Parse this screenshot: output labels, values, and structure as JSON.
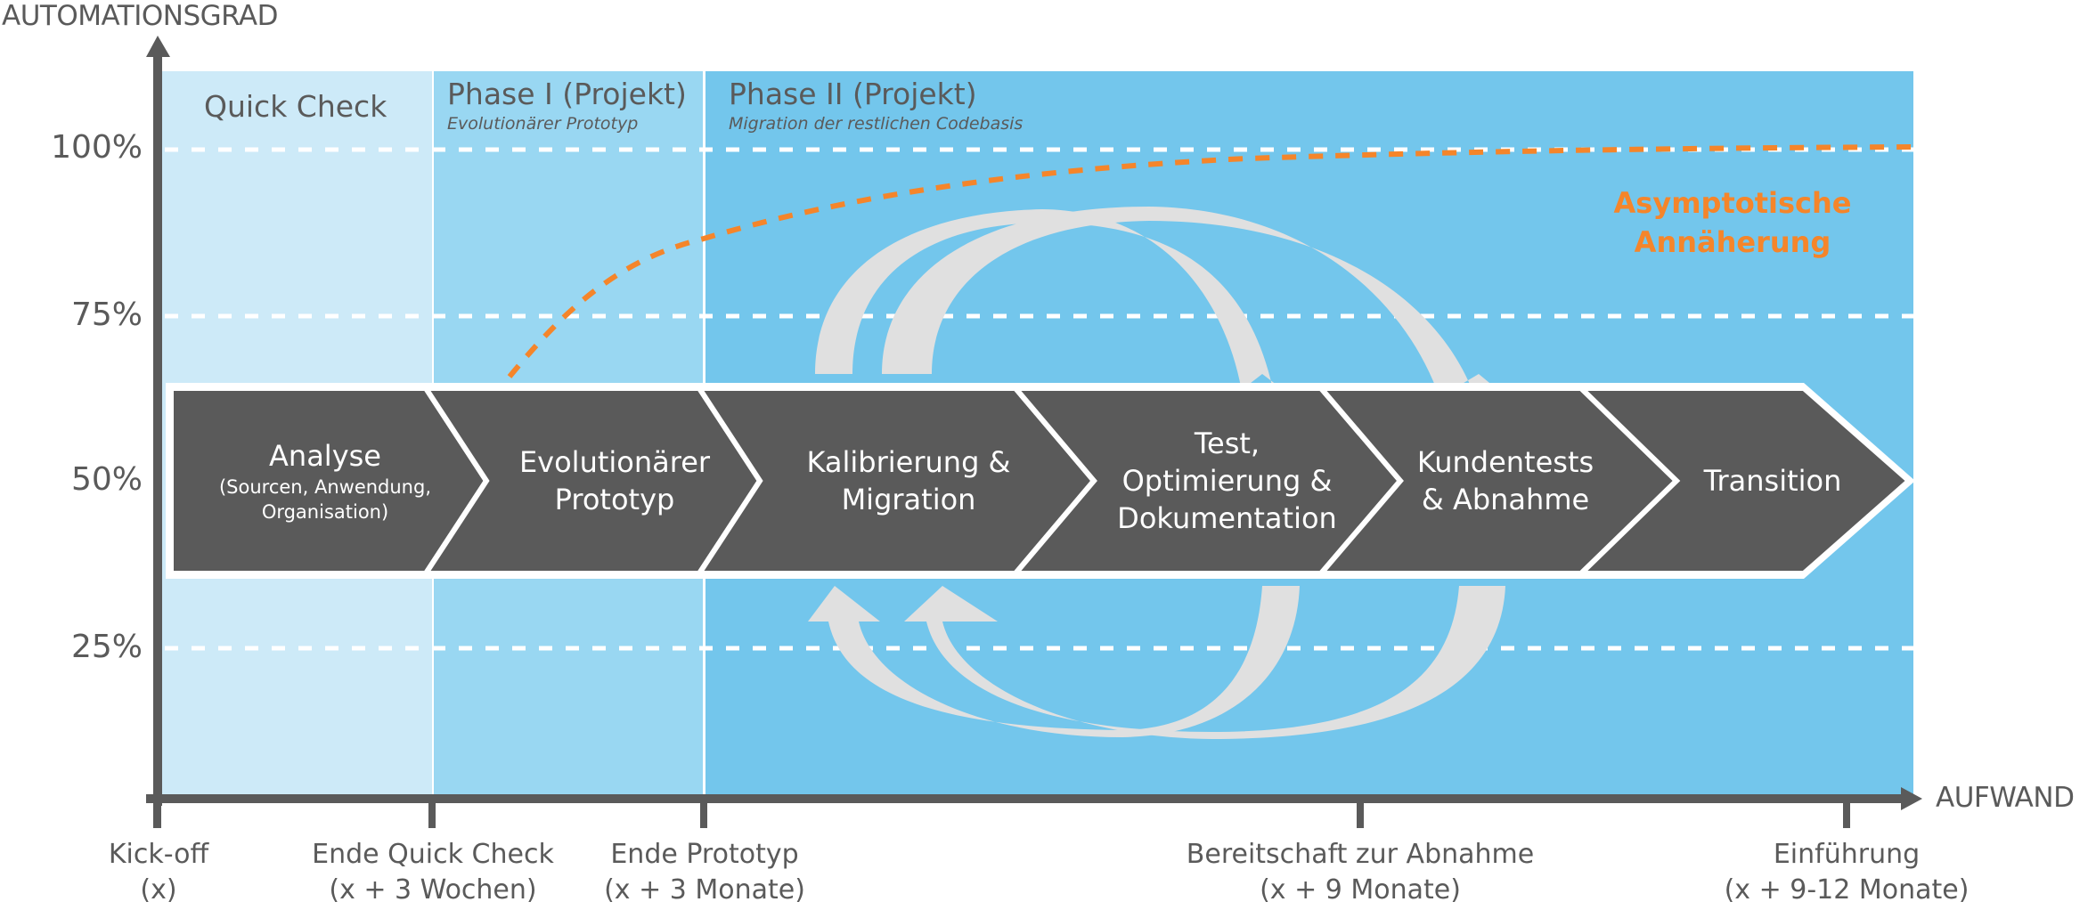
{
  "colors": {
    "axis": "#5a5a5a",
    "quick_check_bg": "#cdeaf8",
    "phase1_bg": "#99d7f2",
    "phase2_bg": "#73c6ec",
    "chevron": "#5a5a5a",
    "cycle_arrows": "#e0e0e0",
    "asymptote": "#f5852a",
    "gridline": "#ffffff"
  },
  "axes": {
    "y_title": "AUTOMATIONSGRAD",
    "x_title": "AUFWAND",
    "y_ticks": [
      "100%",
      "75%",
      "50%",
      "25%"
    ]
  },
  "phases": [
    {
      "title": "Quick Check",
      "subtitle": ""
    },
    {
      "title": "Phase I (Projekt)",
      "subtitle": "Evolutionärer Prototyp"
    },
    {
      "title": "Phase II (Projekt)",
      "subtitle": "Migration der restlichen Codebasis"
    }
  ],
  "steps": [
    {
      "title": "Analyse",
      "detail": "(Sourcen, Anwendung, Organisation)"
    },
    {
      "title": "Evolutionärer Prototyp",
      "detail": ""
    },
    {
      "title": "Kalibrierung & Migration",
      "detail": ""
    },
    {
      "title": "Test, Optimierung & Dokumentation",
      "detail": ""
    },
    {
      "title": "Kundentests & Abnahme",
      "detail": ""
    },
    {
      "title": "Transition",
      "detail": ""
    }
  ],
  "milestones": [
    {
      "label": "Kick-off",
      "time": "(x)"
    },
    {
      "label": "Ende Quick Check",
      "time": "(x + 3 Wochen)"
    },
    {
      "label": "Ende Prototyp",
      "time": "(x + 3 Monate)"
    },
    {
      "label": "Bereitschaft zur Abnahme",
      "time": "(x + 9 Monate)"
    },
    {
      "label": "Einführung",
      "time": "(x + 9-12 Monate)"
    }
  ],
  "annotation": {
    "line1": "Asymptotische",
    "line2": "Annäherung"
  }
}
